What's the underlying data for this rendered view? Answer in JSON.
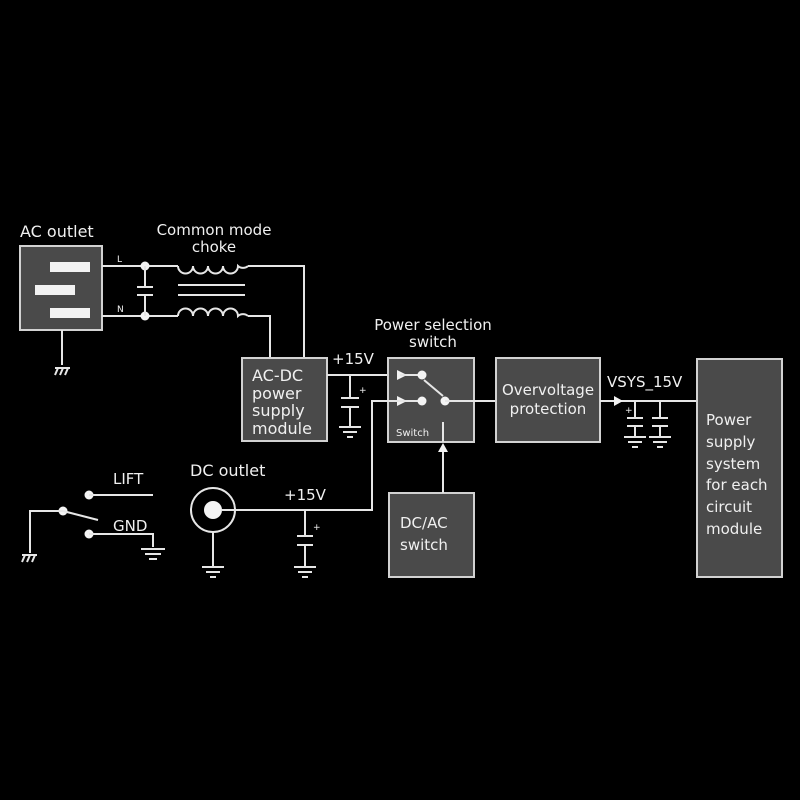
{
  "diagram": {
    "title": "Power supply block diagram",
    "background_color": "#000000",
    "box_fill_color": "#4a4a4a",
    "line_color": "#e6e6e6"
  },
  "ac_outlet": {
    "label": "AC outlet",
    "line_L": "L",
    "line_N": "N"
  },
  "choke": {
    "label_line1": "Common mode",
    "label_line2": "choke"
  },
  "acdc_module": {
    "lines": [
      "AC-DC",
      "power",
      "supply",
      "module"
    ]
  },
  "acdc_output": {
    "voltage_label": "+15V",
    "cap_polarity": "+"
  },
  "selection_switch": {
    "label_line1": "Power selection",
    "label_line2": "switch",
    "inner_label": "Switch"
  },
  "overvoltage": {
    "lines": [
      "Overvoltage",
      "protection"
    ]
  },
  "vsys": {
    "label": "VSYS_15V",
    "cap_polarity": "+"
  },
  "power_system": {
    "lines": [
      "Power",
      "supply",
      "system",
      "for each",
      "circuit",
      "module"
    ]
  },
  "lift_switch": {
    "lift_label": "LIFT",
    "gnd_label": "GND"
  },
  "dc_outlet": {
    "label": "DC outlet",
    "voltage_label": "+15V",
    "cap_polarity": "+"
  },
  "dcac_switch": {
    "lines": [
      "DC/AC",
      "switch"
    ]
  },
  "icons": {
    "chassis_ground": "chassis-ground-icon",
    "ground": "ground-icon",
    "capacitor": "capacitor-icon",
    "inductor": "inductor-icon",
    "arrow": "arrow-icon"
  }
}
